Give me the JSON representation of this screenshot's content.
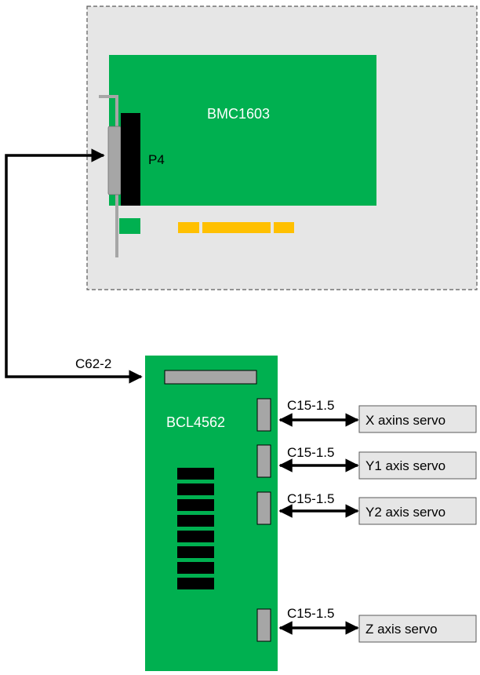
{
  "colors": {
    "pc_area": "#e6e6e6",
    "pc_border": "#5a5a5a",
    "board_green": "#00b050",
    "black": "#000000",
    "connector_gray": "#a6a6a6",
    "gold": "#ffc000",
    "servo_box": "#e6e6e6"
  },
  "pc_card": {
    "name": "BMC1603",
    "port_label": "P4"
  },
  "terminal_board": {
    "name": "BCL4562"
  },
  "main_cable": {
    "label": "C62-2"
  },
  "servo_links": [
    {
      "cable": "C15-1.5",
      "servo": "X axins servo"
    },
    {
      "cable": "C15-1.5",
      "servo": "Y1 axis servo"
    },
    {
      "cable": "C15-1.5",
      "servo": "Y2 axis servo"
    },
    {
      "cable": "C15-1.5",
      "servo": "Z axis servo"
    }
  ]
}
